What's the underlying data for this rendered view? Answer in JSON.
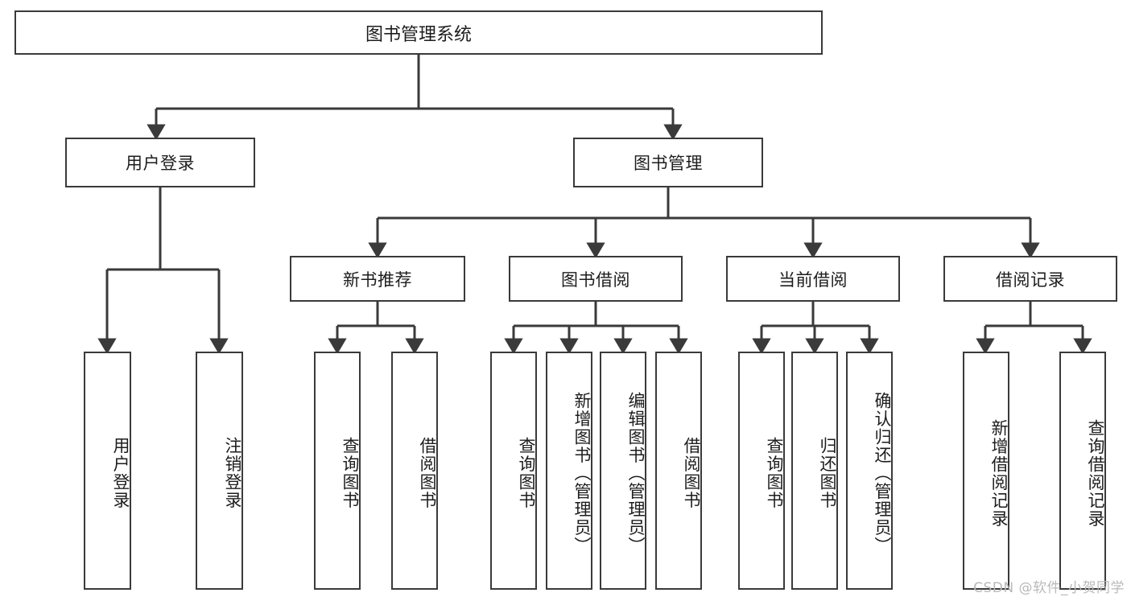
{
  "diagram": {
    "title": "图书管理系统",
    "type": "function-tree",
    "root": {
      "id": "root",
      "label": "图书管理系统"
    },
    "level2": [
      {
        "id": "user-login",
        "label": "用户登录"
      },
      {
        "id": "book-management",
        "label": "图书管理"
      }
    ],
    "level3": [
      {
        "id": "new-book-recommend",
        "label": "新书推荐",
        "parent": "book-management"
      },
      {
        "id": "book-borrow",
        "label": "图书借阅",
        "parent": "book-management"
      },
      {
        "id": "current-borrow",
        "label": "当前借阅",
        "parent": "book-management"
      },
      {
        "id": "borrow-record",
        "label": "借阅记录",
        "parent": "book-management"
      }
    ],
    "leaves": [
      {
        "id": "leaf-user-login",
        "label": "用户登录",
        "parent": "user-login"
      },
      {
        "id": "leaf-logout",
        "label": "注销登录",
        "parent": "user-login"
      },
      {
        "id": "leaf-query-book-1",
        "label": "查询图书",
        "parent": "new-book-recommend"
      },
      {
        "id": "leaf-borrow-book-1",
        "label": "借阅图书",
        "parent": "new-book-recommend"
      },
      {
        "id": "leaf-query-book-2",
        "label": "查询图书",
        "parent": "book-borrow"
      },
      {
        "id": "leaf-add-book",
        "label": "新增图书（管理员）",
        "parent": "book-borrow"
      },
      {
        "id": "leaf-edit-book",
        "label": "编辑图书（管理员）",
        "parent": "book-borrow"
      },
      {
        "id": "leaf-borrow-book-2",
        "label": "借阅图书",
        "parent": "book-borrow"
      },
      {
        "id": "leaf-query-book-3",
        "label": "查询图书",
        "parent": "current-borrow"
      },
      {
        "id": "leaf-return-book",
        "label": "归还图书",
        "parent": "current-borrow"
      },
      {
        "id": "leaf-confirm-return",
        "label": "确认归还（管理员）",
        "parent": "current-borrow"
      },
      {
        "id": "leaf-add-record",
        "label": "新增借阅记录",
        "parent": "borrow-record"
      },
      {
        "id": "leaf-query-record",
        "label": "查询借阅记录",
        "parent": "borrow-record"
      }
    ]
  },
  "watermark": {
    "text": "CSDN @软件_小贺同学"
  },
  "colors": {
    "stroke": "#3a3a3a",
    "box_fill": "#ffffff",
    "text": "#1d1d1d",
    "watermark": "#b9b9b9",
    "background": "#ffffff"
  }
}
